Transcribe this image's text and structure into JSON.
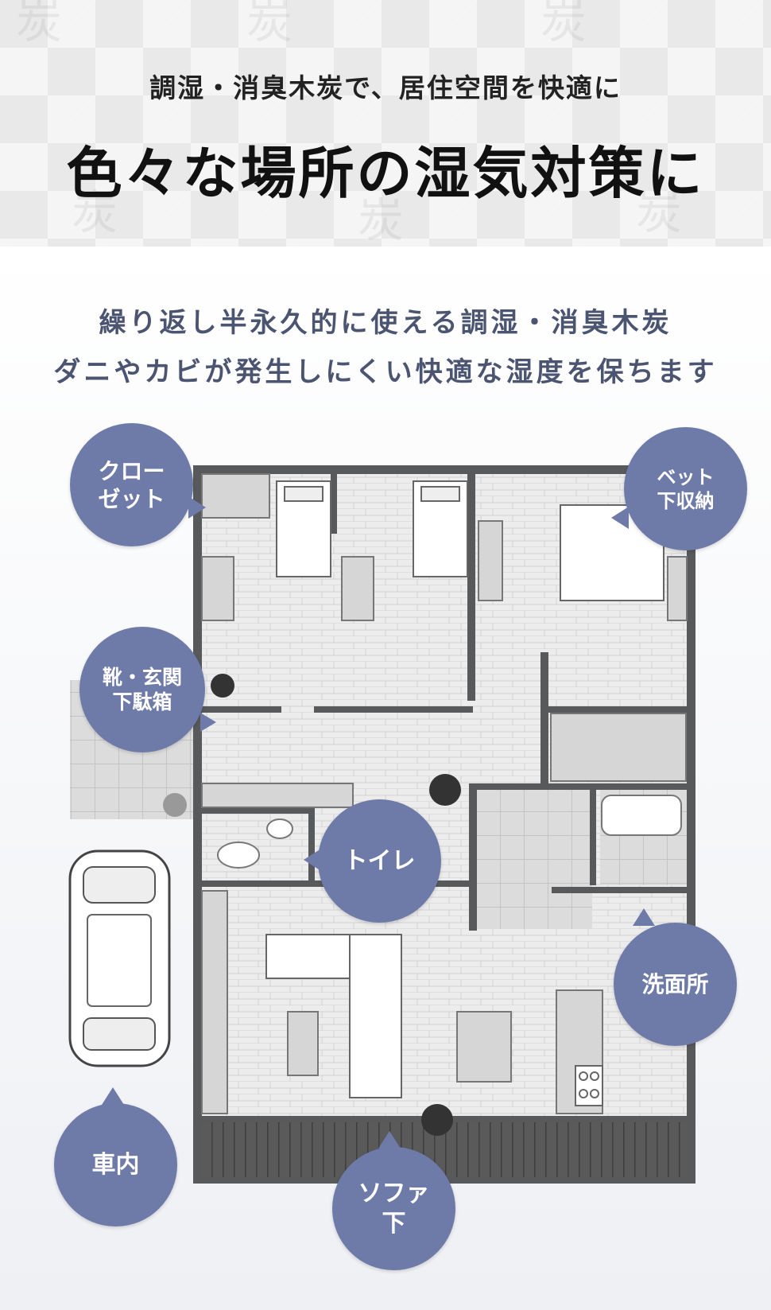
{
  "header": {
    "subtitle": "調湿・消臭木炭で、居住空間を快適に",
    "title": "色々な場所の湿気対策に"
  },
  "intro": {
    "line1": "繰り返し半永久的に使える調湿・消臭木炭",
    "line2": "ダニやカビが発生しにくい快適な湿度を保ちます"
  },
  "bubbles": {
    "closet_line1": "クロー",
    "closet_line2": "ゼット",
    "bed_line1": "ベット",
    "bed_line2": "下収納",
    "shoe_line1": "靴・玄関",
    "shoe_line2": "下駄箱",
    "toilet": "トイレ",
    "wash": "洗面所",
    "car": "車内",
    "sofa_line1": "ソファ",
    "sofa_line2": "下"
  },
  "colors": {
    "bubble": "#6e7ba9",
    "wall": "#58595b",
    "floor": "#eaeaea",
    "intro_text": "#4b5470"
  }
}
